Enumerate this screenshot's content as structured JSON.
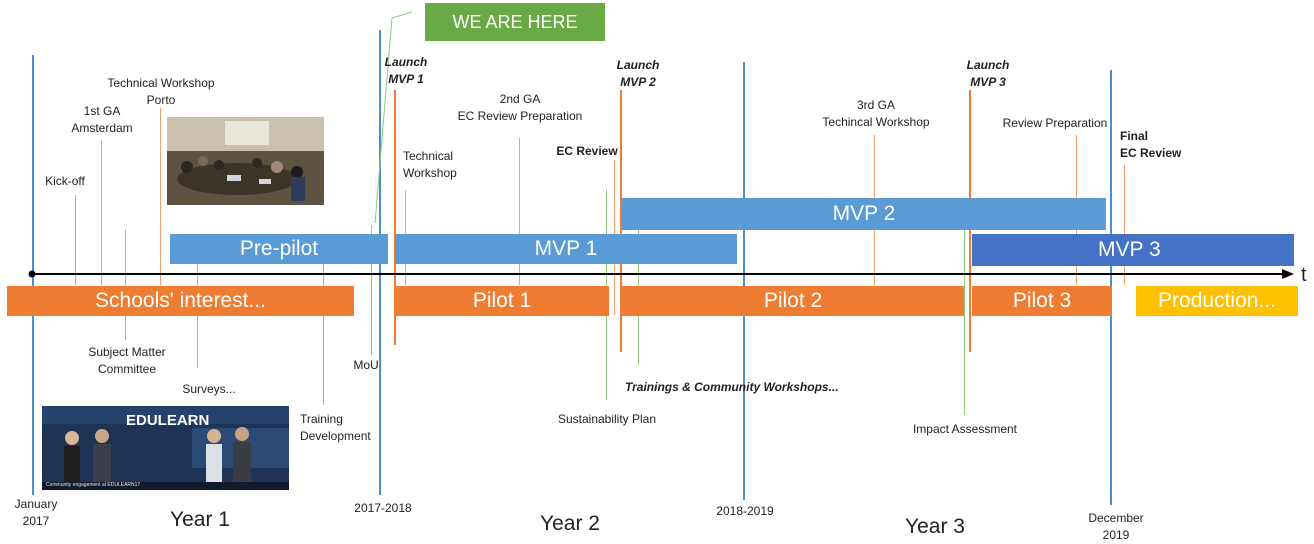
{
  "we_are_here": "WE ARE HERE",
  "axis_label": "t",
  "bars": {
    "schools": "Schools' interest...",
    "prepilot": "Pre-pilot",
    "mvp1": "MVP 1",
    "mvp2": "MVP 2",
    "mvp3": "MVP 3",
    "pilot1": "Pilot 1",
    "pilot2": "Pilot 2",
    "pilot3": "Pilot 3",
    "production": "Production..."
  },
  "milestones": {
    "kickoff": "Kick-off",
    "ga1_l1": "1st GA",
    "ga1_l2": "Amsterdam",
    "tw_porto_l1": "Technical Workshop",
    "tw_porto_l2": "Porto",
    "launch_mvp1_l1": "Launch",
    "launch_mvp1_l2": "MVP 1",
    "tech_ws_l1": "Technical",
    "tech_ws_l2": "Workshop",
    "ga2_l1": "2nd GA",
    "ga2_l2": "EC Review Preparation",
    "launch_mvp2_l1": "Launch",
    "launch_mvp2_l2": "MVP 2",
    "ec_review": "EC Review",
    "ga3_l1": "3rd GA",
    "ga3_l2": "Techincal Workshop",
    "launch_mvp3_l1": "Launch",
    "launch_mvp3_l2": "MVP 3",
    "review_prep": "Review Preparation",
    "final_review_l1": "Final",
    "final_review_l2": "EC Review",
    "smc_l1": "Subject Matter",
    "smc_l2": "Committee",
    "surveys": "Surveys...",
    "mou": "MoU",
    "training_l1": "Training",
    "training_l2": "Development",
    "trainings_community": "Trainings & Community Workshops...",
    "sustainability": "Sustainability Plan",
    "impact": "Impact Assessment"
  },
  "dates": {
    "jan2017_l1": "January",
    "jan2017_l2": "2017",
    "y2017_2018": "2017-2018",
    "y2018_2019": "2018-2019",
    "dec2019_l1": "December",
    "dec2019_l2": "2019"
  },
  "years": {
    "year1": "Year 1",
    "year2": "Year 2",
    "year3": "Year 3"
  },
  "photo_edulearn": {
    "logo": "EDULEARN",
    "caption": "Community engagement at EDULEARN17"
  },
  "colors": {
    "orange": "#ee7d31",
    "blue": "#5b9bd5",
    "dark_blue": "#4472c4",
    "yellow": "#ffc000",
    "green": "#6aaa45",
    "axis_blue": "#4a8fd4"
  }
}
